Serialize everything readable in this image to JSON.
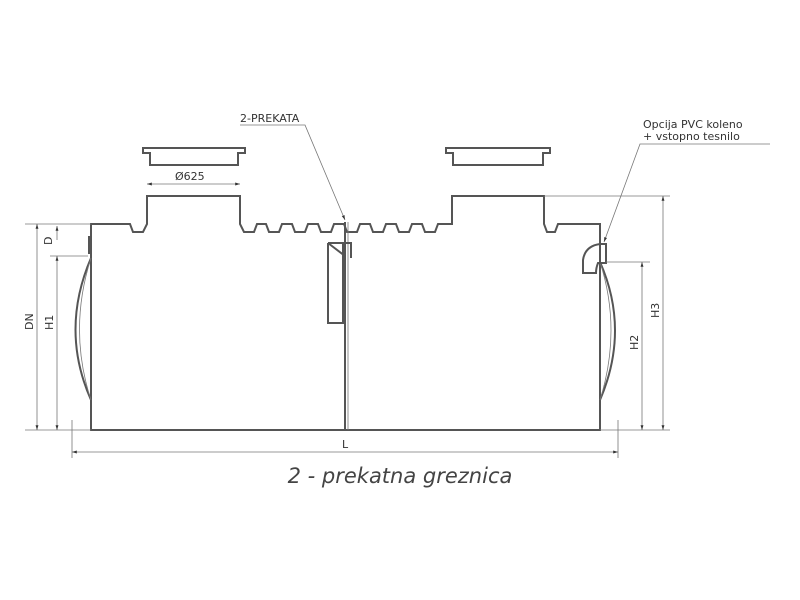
{
  "labels": {
    "partition": "2-PREKATA",
    "manhole_diameter": "Ø625",
    "option_line1": "Opcija PVC koleno",
    "option_line2": "+ vstopno tesnilo",
    "dim_d": "D",
    "dim_dn": "DN",
    "dim_h1": "H1",
    "dim_h2": "H2",
    "dim_h3": "H3",
    "dim_l": "L"
  },
  "caption": "2 - prekatna greznica"
}
